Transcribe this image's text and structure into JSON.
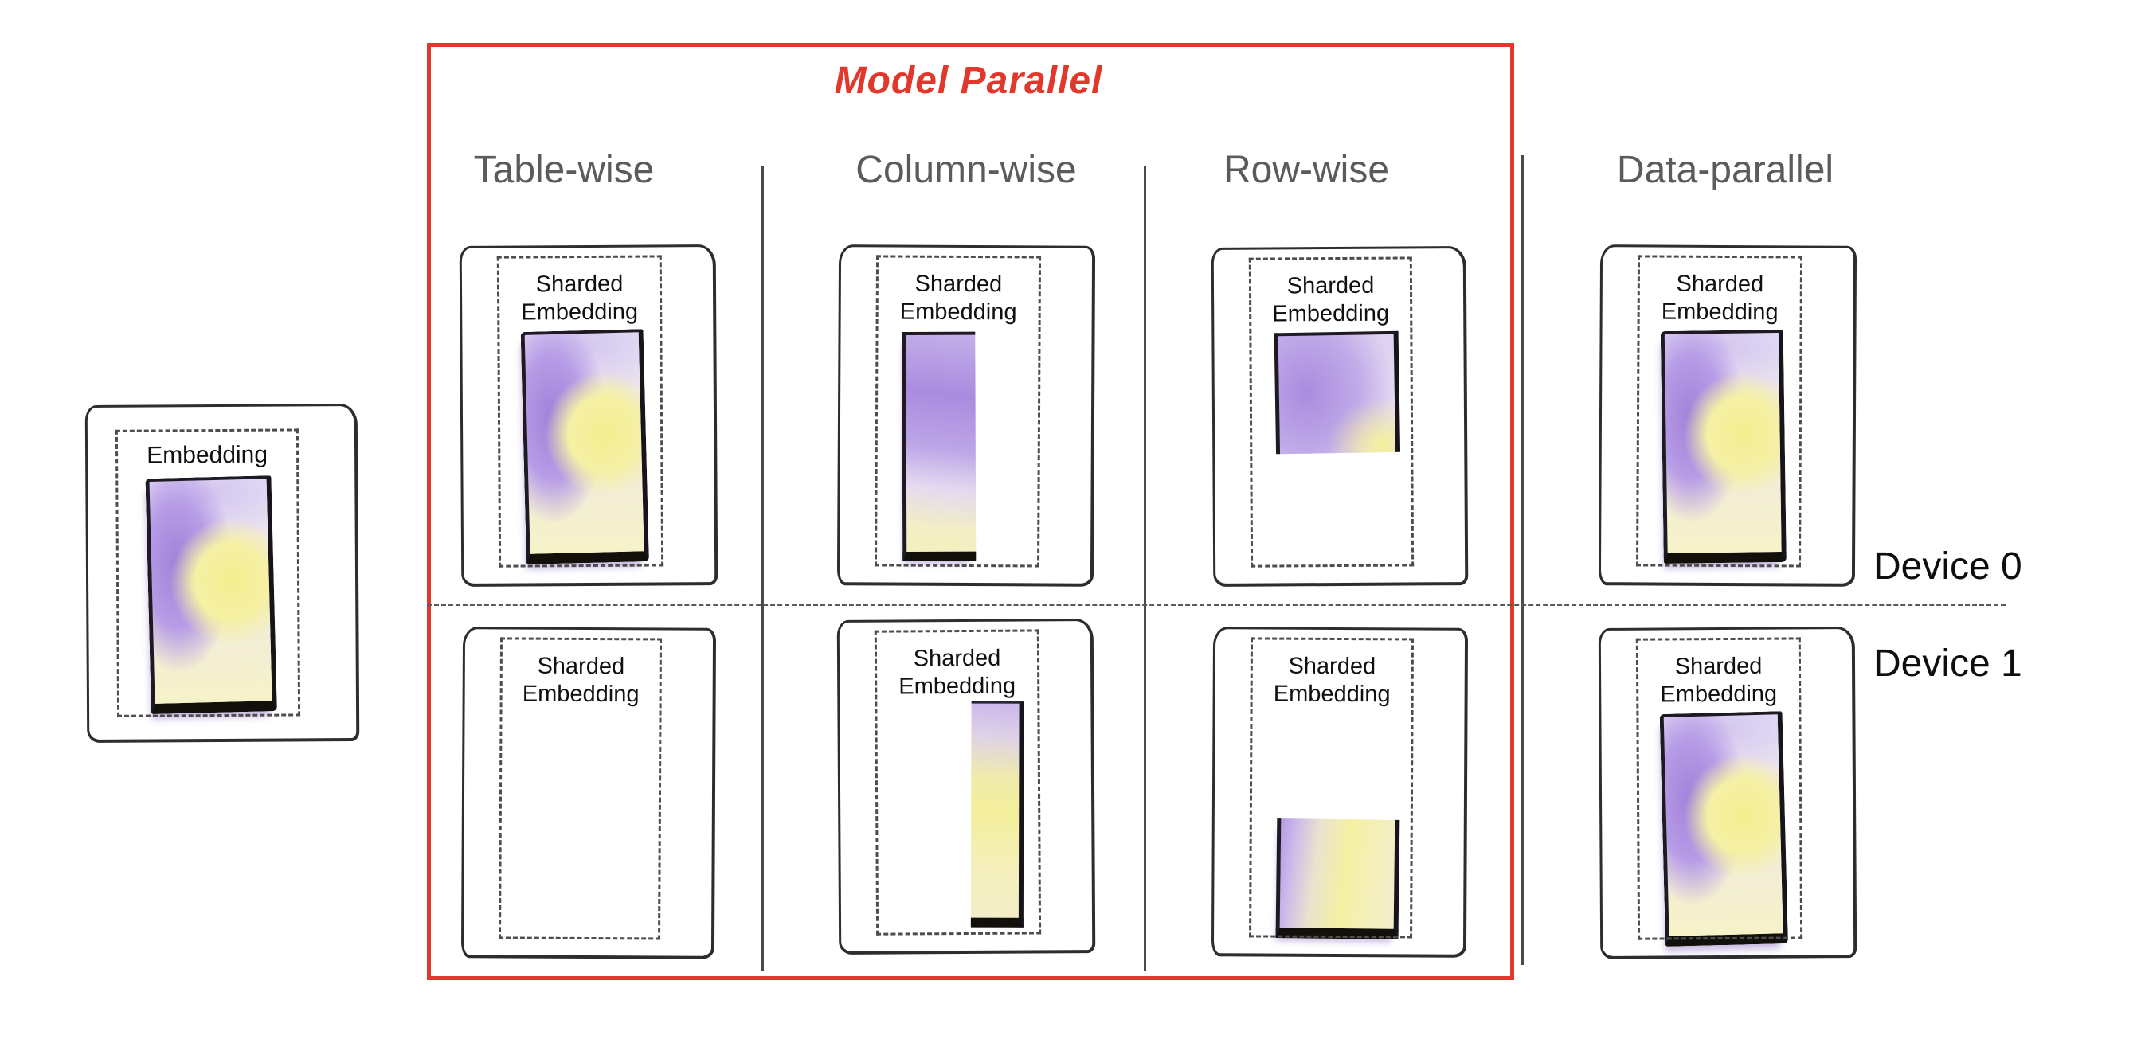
{
  "title": {
    "model_parallel": "Model Parallel"
  },
  "headers": {
    "table_wise": "Table-wise",
    "column_wise": "Column-wise",
    "row_wise": "Row-wise",
    "data_parallel": "Data-parallel"
  },
  "devices": {
    "device0": "Device 0",
    "device1": "Device 1"
  },
  "left_page": {
    "label": "Embedding"
  },
  "cells": [
    {
      "column": "Table-wise",
      "device": "Device 0",
      "label": "Sharded Embedding",
      "shard": "full",
      "blob_class": "blob blob-full"
    },
    {
      "column": "Column-wise",
      "device": "Device 0",
      "label": "Sharded Embedding",
      "shard": "left-half",
      "blob_class": "blob blob-left"
    },
    {
      "column": "Row-wise",
      "device": "Device 0",
      "label": "Sharded Embedding",
      "shard": "top-half",
      "blob_class": "blob blob-top"
    },
    {
      "column": "Data-parallel",
      "device": "Device 0",
      "label": "Sharded Embedding",
      "shard": "full",
      "blob_class": "blob blob-full"
    },
    {
      "column": "Table-wise",
      "device": "Device 1",
      "label": "Sharded Embedding",
      "shard": "none",
      "blob_class": "blob blob-none"
    },
    {
      "column": "Column-wise",
      "device": "Device 1",
      "label": "Sharded Embedding",
      "shard": "right-half",
      "blob_class": "blob blob-right"
    },
    {
      "column": "Row-wise",
      "device": "Device 1",
      "label": "Sharded Embedding",
      "shard": "bottom-half",
      "blob_class": "blob blob-bottom"
    },
    {
      "column": "Data-parallel",
      "device": "Device 1",
      "label": "Sharded Embedding",
      "shard": "full",
      "blob_class": "blob blob-full"
    }
  ],
  "colors": {
    "accent_red": "#e2372b",
    "header_gray": "#5b5b5b",
    "ink": "#2d2d2d",
    "blob_purple": "#aa8bdf",
    "blob_yellow": "#f4ee8f"
  }
}
